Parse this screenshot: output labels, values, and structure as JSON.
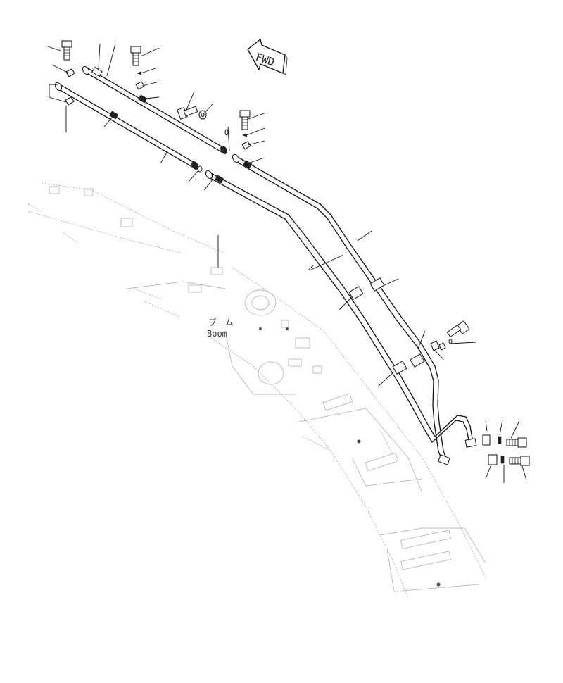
{
  "direction_marker": {
    "text": "FWD"
  },
  "callout": {
    "line1": "ブーム",
    "line2": "Boom"
  }
}
